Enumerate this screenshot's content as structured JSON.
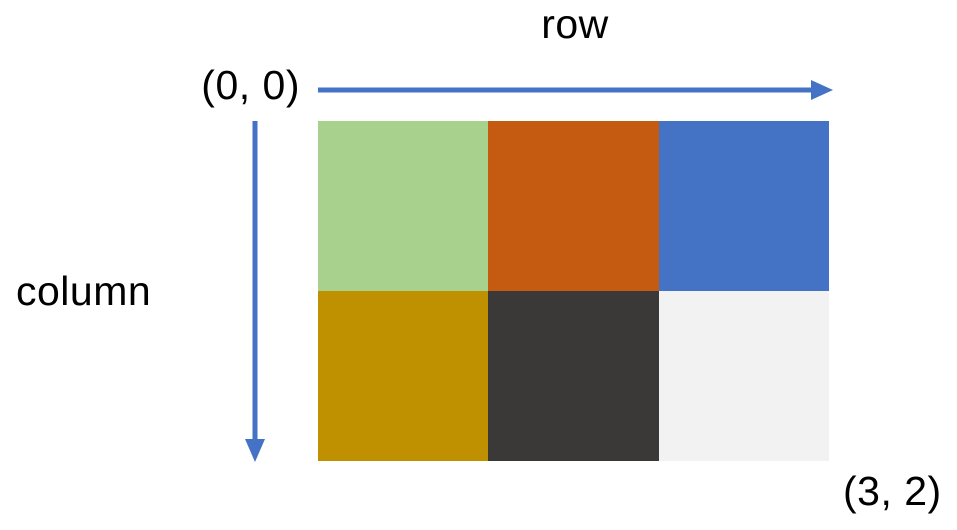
{
  "diagram": {
    "description": "Grid row/column indexing diagram",
    "labels": {
      "row_axis": "row",
      "column_axis": "column",
      "origin": "(0, 0)",
      "max_index": "(3, 2)"
    },
    "colors": {
      "arrow": "#4472C4",
      "text": "#000000",
      "background": "#FFFFFF"
    },
    "grid": {
      "rows": 2,
      "cols": 3,
      "cells": [
        {
          "row": 0,
          "col": 0,
          "color": "#A9D18E",
          "color_name": "light-green"
        },
        {
          "row": 0,
          "col": 1,
          "color": "#C55A11",
          "color_name": "orange"
        },
        {
          "row": 0,
          "col": 2,
          "color": "#4472C4",
          "color_name": "blue"
        },
        {
          "row": 1,
          "col": 0,
          "color": "#BF9000",
          "color_name": "gold"
        },
        {
          "row": 1,
          "col": 1,
          "color": "#3B3838",
          "color_name": "dark-gray"
        },
        {
          "row": 1,
          "col": 2,
          "color": "#F2F2F2",
          "color_name": "light-gray"
        }
      ]
    }
  }
}
